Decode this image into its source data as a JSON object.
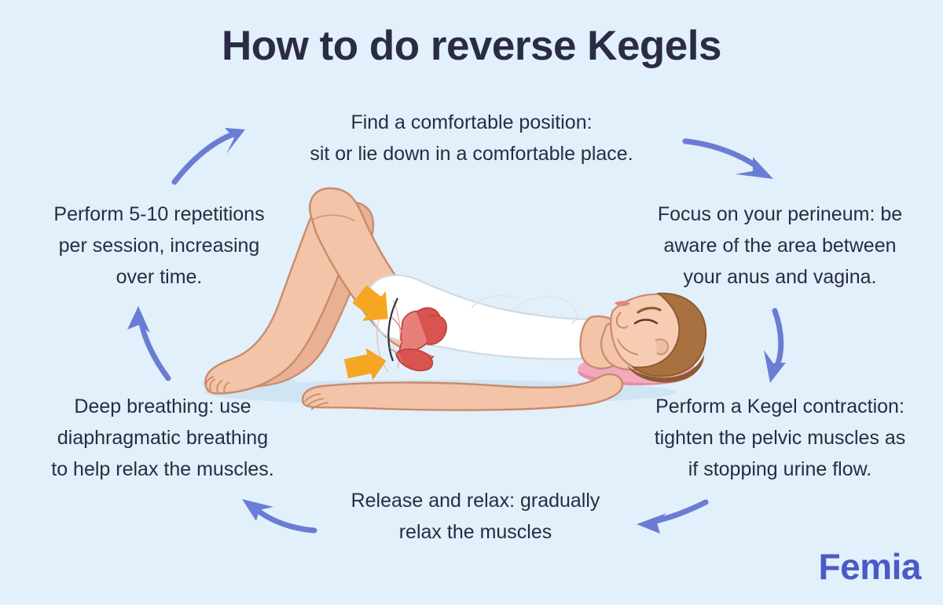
{
  "page": {
    "title": "How to do reverse Kegels",
    "background_color": "#e1f0fb",
    "title_color": "#2b2b45",
    "text_color": "#2b2b3f",
    "arrow_color": "#6b7cd4",
    "accent_orange": "#f5a623"
  },
  "steps": [
    {
      "id": "step-1",
      "order": 1,
      "name": "find-comfortable-position",
      "line1": "Find a comfortable position:",
      "line2": "sit or lie down in a comfortable place."
    },
    {
      "id": "step-2",
      "order": 2,
      "name": "focus-on-perineum",
      "line1": "Focus on your perineum: be",
      "line2": "aware of the area between",
      "line3": "your anus and vagina."
    },
    {
      "id": "step-3",
      "order": 3,
      "name": "perform-kegel-contraction",
      "line1": "Perform a Kegel contraction:",
      "line2": "tighten the pelvic muscles as",
      "line3": "if stopping urine flow."
    },
    {
      "id": "step-4",
      "order": 4,
      "name": "release-and-relax",
      "line1": "Release and relax: gradually",
      "line2": "relax the muscles"
    },
    {
      "id": "step-5",
      "order": 5,
      "name": "deep-breathing",
      "line1": "Deep breathing: use",
      "line2": "diaphragmatic breathing",
      "line3": "to help relax the muscles."
    },
    {
      "id": "step-6",
      "order": 6,
      "name": "perform-repetitions",
      "line1": "Perform 5-10 repetitions",
      "line2": "per session, increasing",
      "line3": "over time."
    }
  ],
  "arrows": [
    {
      "name": "arrow-to-step-1",
      "direction": "up-right",
      "position": "top-left"
    },
    {
      "name": "arrow-to-step-2",
      "direction": "down-right",
      "position": "top-right"
    },
    {
      "name": "arrow-to-step-3",
      "direction": "down",
      "position": "right"
    },
    {
      "name": "arrow-to-step-4",
      "direction": "left",
      "position": "bottom-right"
    },
    {
      "name": "arrow-to-step-5",
      "direction": "up-left",
      "position": "bottom-left"
    },
    {
      "name": "arrow-to-step-6",
      "direction": "up",
      "position": "left"
    }
  ],
  "illustration": {
    "name": "woman-lying-supine-with-pelvic-anatomy",
    "description": "Woman lying on her back with knees bent, wearing a white leotard, head on a pink pillow, with the female pelvic organs shown over the pelvis and two orange arrows pointing at the pelvic floor.",
    "colors": {
      "skin": "#f3c4a8",
      "skin_shade": "#e9b094",
      "outline": "#c98b6b",
      "leotard": "#ffffff",
      "leotard_shade": "#eef4f8",
      "hair": "#a8713f",
      "hair_shade": "#8d5b30",
      "pillow": "#f3a9bd",
      "organ": "#d9544f",
      "organ_light": "#e78079",
      "floor_shadow": "#cfe5f4"
    }
  },
  "brand": {
    "name": "Femia",
    "color": "#4a5bc6"
  }
}
